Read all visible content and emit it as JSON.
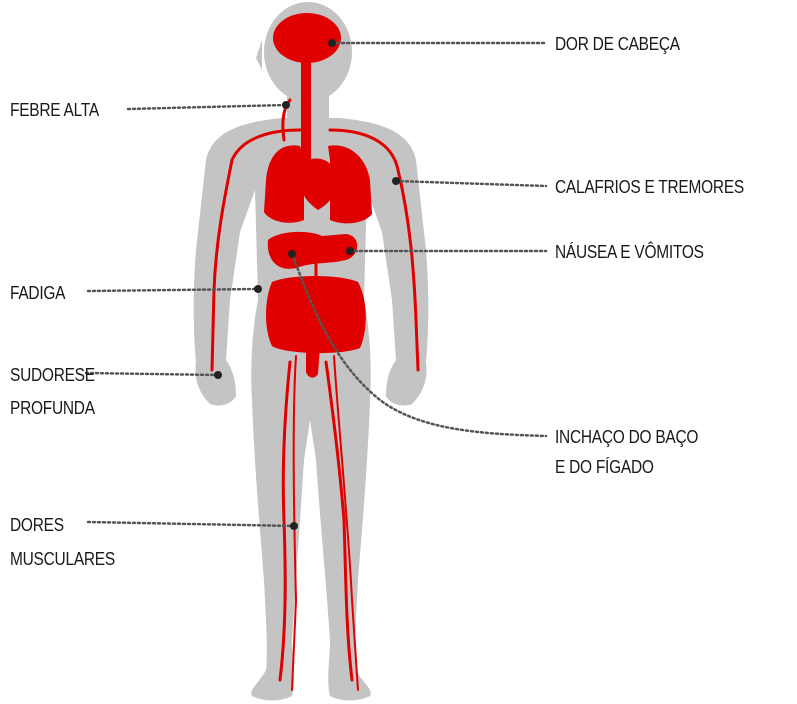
{
  "colors": {
    "body": "#c4c4c4",
    "organ": "#e00000",
    "leader": "#555555",
    "text": "#1a1a1a"
  },
  "labels": {
    "headache": "DOR DE CABEÇA",
    "high_fever": "FEBRE ALTA",
    "chills": "CALAFRIOS E TREMORES",
    "nausea": "NÁUSEA E VÔMITOS",
    "fatigue": "FADIGA",
    "sweating_line1": "SUDORESE",
    "sweating_line2": "PROFUNDA",
    "organs_line1": "INCHAÇO DO BAÇO",
    "organs_line2": "E DO FÍGADO",
    "muscle_line1": "DORES",
    "muscle_line2": "MUSCULARES"
  }
}
